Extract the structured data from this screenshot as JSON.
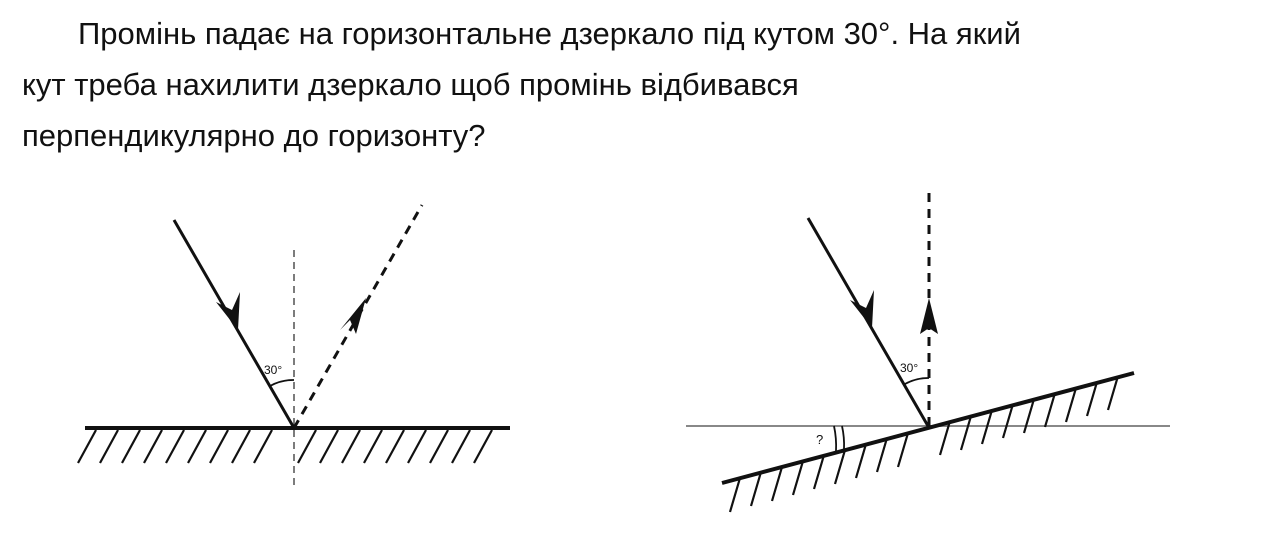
{
  "question": {
    "line1": "Промінь падає на горизонтальне дзеркало під кутом 30°. На який",
    "line2": "кут треба нахилити дзеркало щоб промінь відбивався",
    "line3": "перпендикулярно до горизонту?"
  },
  "left_diagram": {
    "angle_label": "30°"
  },
  "right_diagram": {
    "angle_label": "30°",
    "unknown_angle_label": "?"
  },
  "colors": {
    "ink": "#111111",
    "guide_line": "#888888"
  }
}
